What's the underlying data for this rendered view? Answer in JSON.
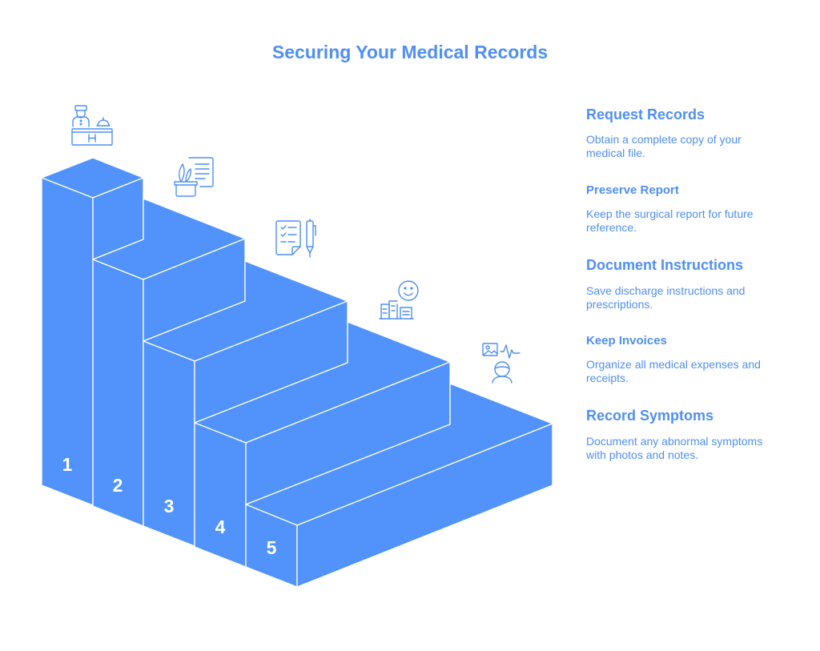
{
  "title": "Securing Your Medical Records",
  "colors": {
    "accent": "#4f8ff5",
    "stair": "#5193fb",
    "edge": "#ffffff"
  },
  "steps": [
    {
      "number": "1",
      "title": "Request Records",
      "description": "Obtain a complete copy of your medical file.",
      "icon": "hospital-reception-icon"
    },
    {
      "number": "2",
      "title": "Preserve Report",
      "description": "Keep the surgical report for future reference.",
      "icon": "surgical-report-icon"
    },
    {
      "number": "3",
      "title": "Document Instructions",
      "description": "Save discharge instructions and prescriptions.",
      "icon": "checklist-pen-icon"
    },
    {
      "number": "4",
      "title": "Keep Invoices",
      "description": "Organize all medical expenses and receipts.",
      "icon": "invoices-receipts-icon"
    },
    {
      "number": "5",
      "title": "Record Symptoms",
      "description": "Document any abnormal symptoms with photos and notes.",
      "icon": "symptom-photo-icon"
    }
  ]
}
